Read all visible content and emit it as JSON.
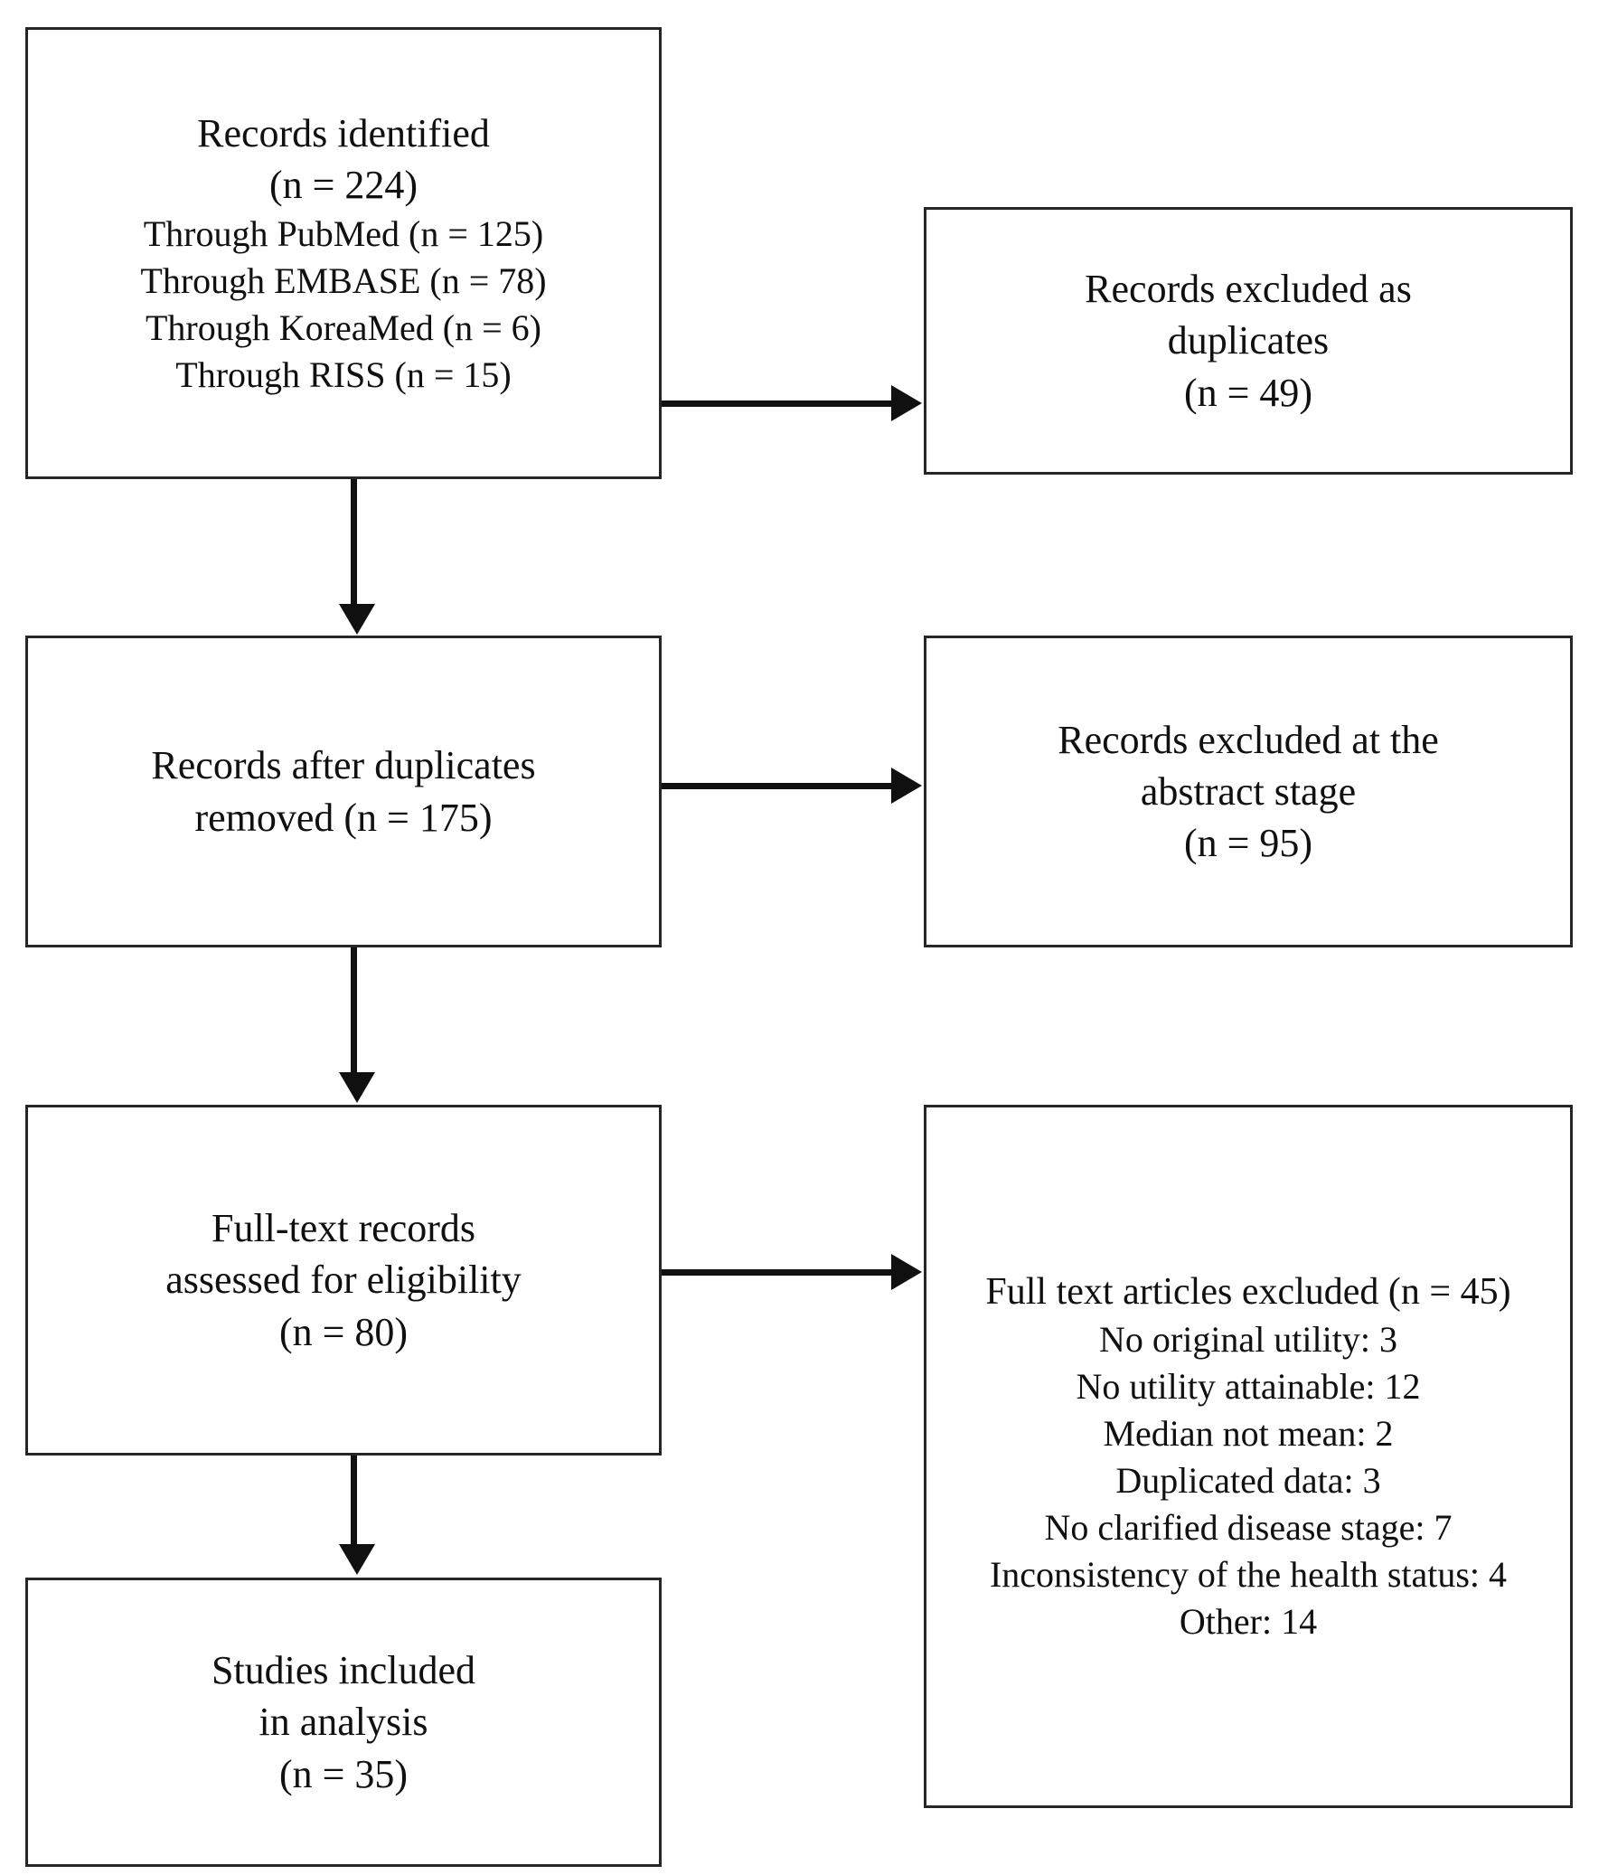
{
  "diagram": {
    "type": "prisma-flow-diagram",
    "boxes": {
      "identified": {
        "title": "Records identified",
        "total": "(n = 224)",
        "sources": [
          "Through PubMed (n = 125)",
          "Through EMBASE (n = 78)",
          "Through KoreaMed (n = 6)",
          "Through RISS (n = 15)"
        ]
      },
      "excluded_duplicates": {
        "line1": "Records excluded as",
        "line2": "duplicates",
        "count": "(n = 49)"
      },
      "after_duplicates": {
        "line1": "Records after duplicates",
        "line2": "removed (n = 175)"
      },
      "excluded_abstract": {
        "line1": "Records excluded at the",
        "line2": "abstract stage",
        "count": "(n = 95)"
      },
      "fulltext_assessed": {
        "line1": "Full-text records",
        "line2": "assessed for eligibility",
        "count": "(n = 80)"
      },
      "excluded_fulltext": {
        "title": "Full text articles excluded (n = 45)",
        "reasons": [
          "No original utility: 3",
          "No utility attainable: 12",
          "Median not mean: 2",
          "Duplicated data: 3",
          "No clarified disease stage: 7",
          "Inconsistency of the health status: 4",
          "Other: 14"
        ]
      },
      "included": {
        "line1": "Studies included",
        "line2": "in analysis",
        "count": "(n = 35)"
      }
    },
    "colors": {
      "border": "#262626",
      "text": "#101010",
      "background": "#ffffff",
      "connector": "#101010"
    }
  }
}
